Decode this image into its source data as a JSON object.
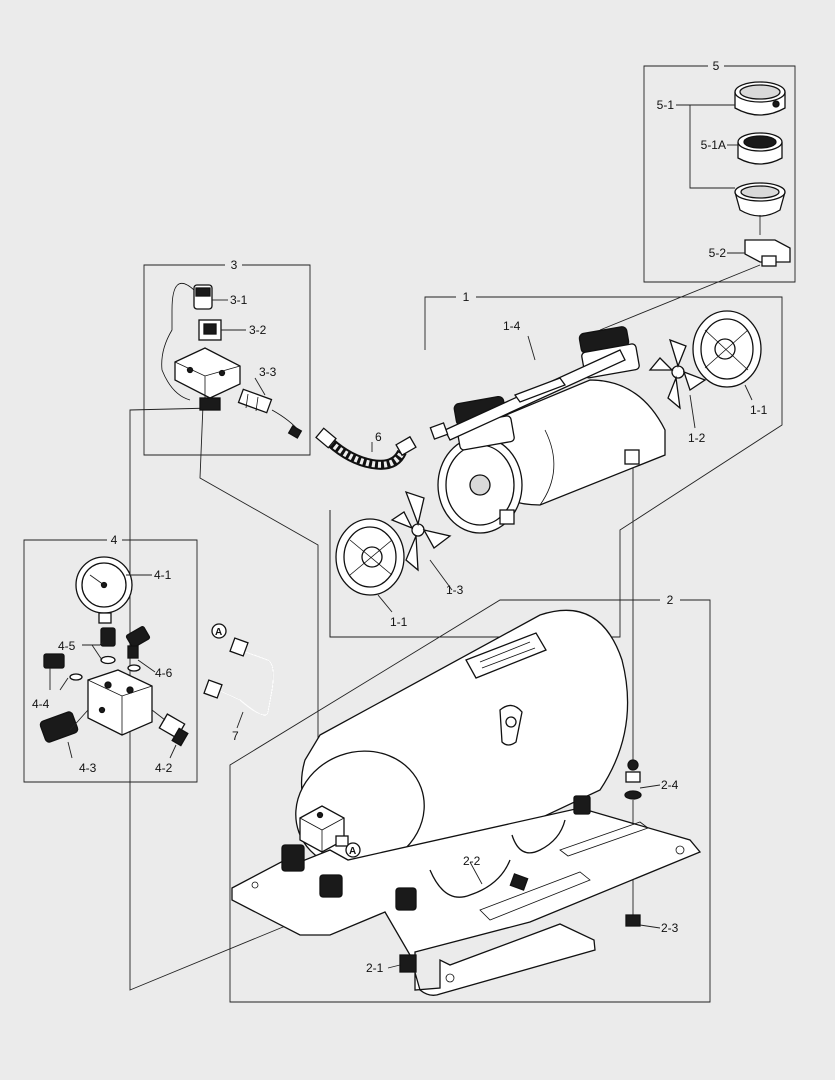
{
  "callouts": {
    "c1": "1",
    "c1_1a": "1-1",
    "c1_1b": "1-1",
    "c1_2": "1-2",
    "c1_3": "1-3",
    "c1_4": "1-4",
    "c2": "2",
    "c2_1": "2-1",
    "c2_2": "2-2",
    "c2_3": "2-3",
    "c2_4": "2-4",
    "c3": "3",
    "c3_1": "3-1",
    "c3_2": "3-2",
    "c3_3": "3-3",
    "c4": "4",
    "c4_1": "4-1",
    "c4_2": "4-2",
    "c4_3": "4-3",
    "c4_4": "4-4",
    "c4_5": "4-5",
    "c4_6": "4-6",
    "c5": "5",
    "c5_1": "5-1",
    "c5_1a": "5-1A",
    "c5_2": "5-2",
    "c6": "6",
    "c7": "7",
    "refA1": "A",
    "refA2": "A"
  },
  "colors": {
    "background": "#ebebeb",
    "line": "#111111"
  }
}
